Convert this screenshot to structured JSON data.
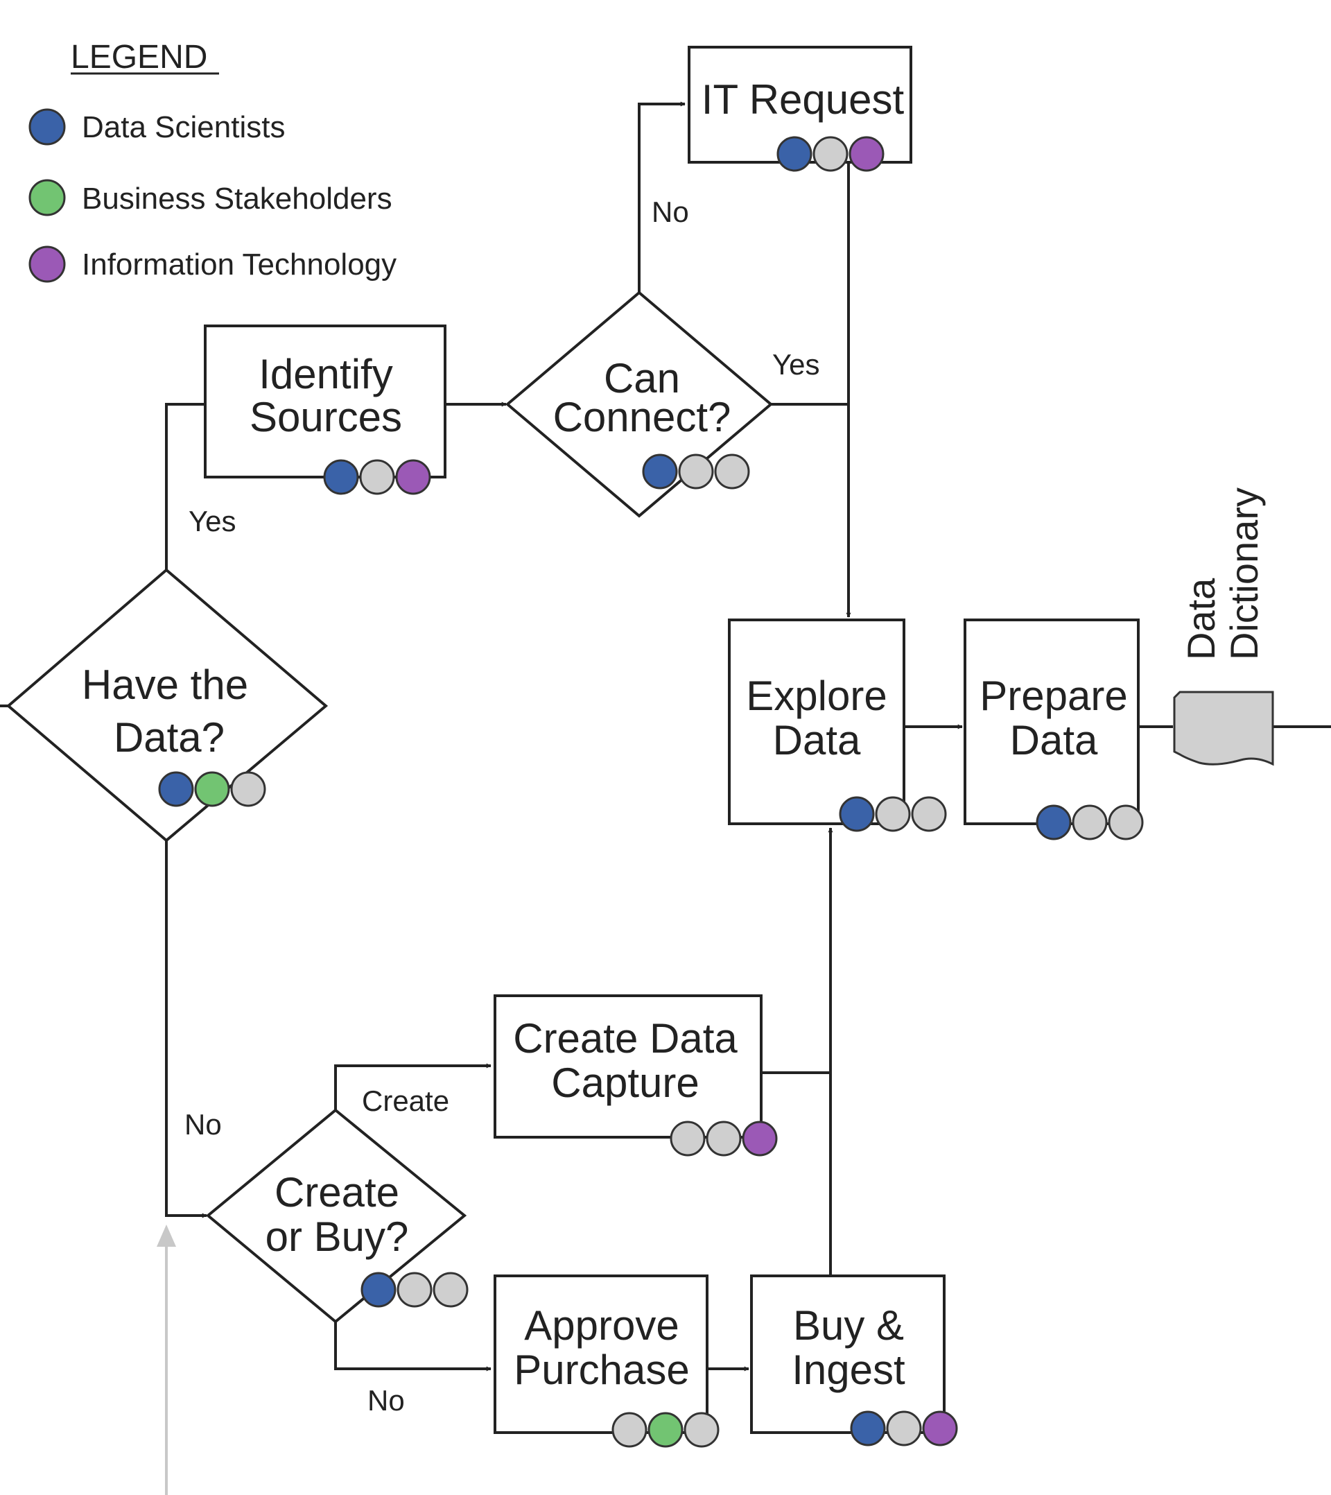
{
  "legend": {
    "title": "LEGEND",
    "items": [
      {
        "label": "Data Scientists",
        "color": "#3a62a8"
      },
      {
        "label": "Business Stakeholders",
        "color": "#72c472"
      },
      {
        "label": "Information Technology",
        "color": "#9b59b6"
      }
    ],
    "inactive_color": "#cfcfcf"
  },
  "nodes": {
    "it_request": {
      "label": "IT Request",
      "roles": [
        true,
        false,
        true
      ]
    },
    "identify_sources": {
      "line1": "Identify",
      "line2": "Sources",
      "roles": [
        true,
        false,
        true
      ]
    },
    "can_connect": {
      "line1": "Can",
      "line2": "Connect?",
      "roles": [
        true,
        false,
        false
      ]
    },
    "have_data": {
      "line1": "Have the",
      "line2": "Data?",
      "roles": [
        true,
        true,
        false
      ]
    },
    "explore_data": {
      "line1": "Explore",
      "line2": "Data",
      "roles": [
        true,
        false,
        false
      ]
    },
    "prepare_data": {
      "line1": "Prepare",
      "line2": "Data",
      "roles": [
        true,
        false,
        false
      ]
    },
    "create_capture": {
      "line1": "Create Data",
      "line2": "Capture",
      "roles": [
        false,
        false,
        true
      ]
    },
    "create_or_buy": {
      "line1": "Create",
      "line2": "or Buy?",
      "roles": [
        true,
        false,
        false
      ]
    },
    "approve_purchase": {
      "line1": "Approve",
      "line2": "Purchase",
      "roles": [
        false,
        true,
        false
      ]
    },
    "buy_ingest": {
      "line1": "Buy &",
      "line2": "Ingest",
      "roles": [
        true,
        false,
        true
      ]
    }
  },
  "data_dictionary": {
    "line1": "Data",
    "line2": "Dictionary",
    "fill": "#d0d0d0"
  },
  "edge_labels": {
    "no_it": "No",
    "yes_connect": "Yes",
    "yes_have": "Yes",
    "no_have": "No",
    "create": "Create",
    "no_buy": "No"
  }
}
